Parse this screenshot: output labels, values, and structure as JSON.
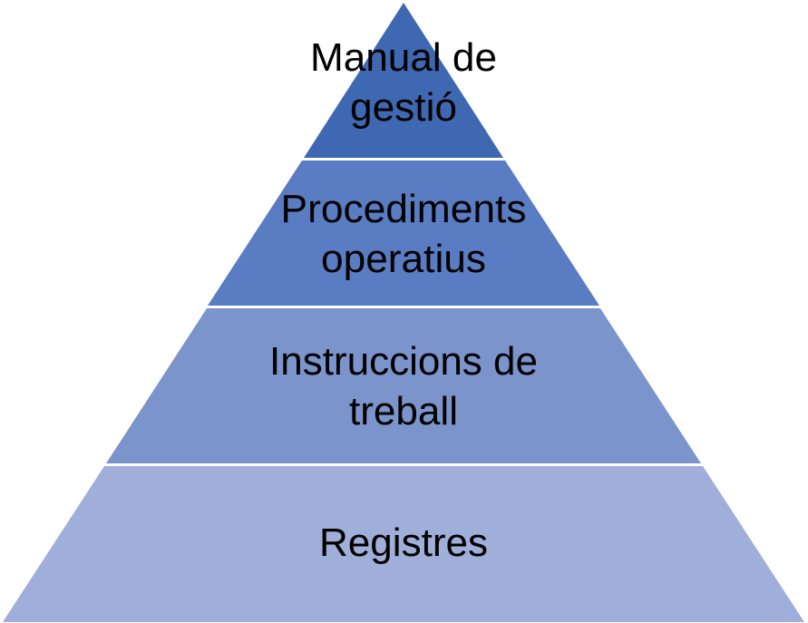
{
  "diagram": {
    "type": "pyramid",
    "levels": [
      {
        "lines": [
          "Manual de",
          "gestió"
        ],
        "color": "#3f68b2"
      },
      {
        "lines": [
          "Procediments",
          "operatius"
        ],
        "color": "#5a7cc3"
      },
      {
        "lines": [
          "Instruccions de",
          "treball"
        ],
        "color": "#7b94cc"
      },
      {
        "lines": [
          "Registres"
        ],
        "color": "#a0afd9"
      }
    ]
  }
}
